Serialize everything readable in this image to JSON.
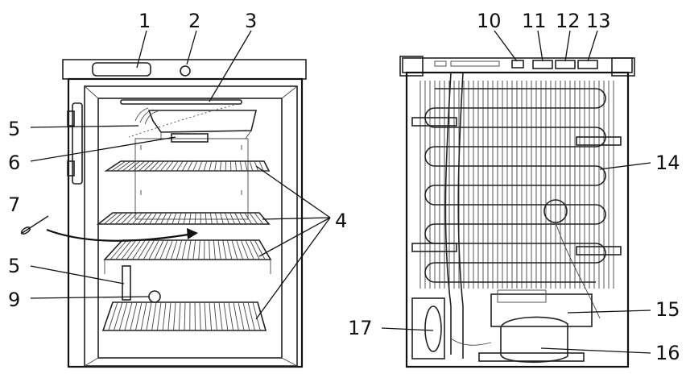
{
  "callouts": {
    "c1": "1",
    "c2": "2",
    "c3": "3",
    "c4": "4",
    "c5a": "5",
    "c5b": "5",
    "c6": "6",
    "c7": "7",
    "c9": "9",
    "c10": "10",
    "c11": "11",
    "c12": "12",
    "c13": "13",
    "c14": "14",
    "c15": "15",
    "c16": "16",
    "c17": "17"
  }
}
